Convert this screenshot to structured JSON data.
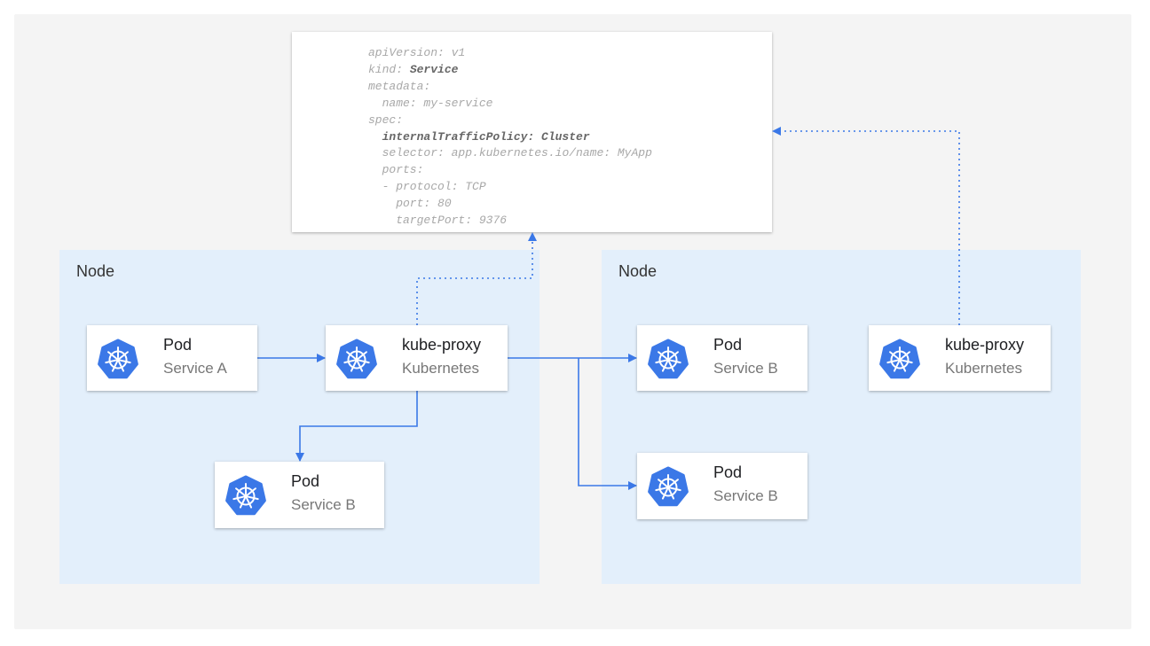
{
  "yaml": {
    "lines": [
      {
        "key": "apiVersion:",
        "value": " v1"
      },
      {
        "key": "kind:",
        "value": " Service",
        "bold_value": true
      },
      {
        "key": "metadata:",
        "value": ""
      },
      {
        "key": "  name:",
        "value": " my-service"
      },
      {
        "key": "spec:",
        "value": ""
      },
      {
        "key": "  internalTrafficPolicy: Cluster",
        "value": "",
        "bold_key": true
      },
      {
        "key": "  selector:",
        "value": " app.kubernetes.io/name: MyApp"
      },
      {
        "key": "  ports:",
        "value": ""
      },
      {
        "key": "  - protocol:",
        "value": " TCP"
      },
      {
        "key": "    port:",
        "value": " 80"
      },
      {
        "key": "    targetPort:",
        "value": " 9376"
      }
    ]
  },
  "nodes": [
    {
      "label": "Node"
    },
    {
      "label": "Node"
    }
  ],
  "cards": {
    "pod_service_a": {
      "title": "Pod",
      "subtitle": "Service A",
      "icon": "kubernetes-icon"
    },
    "kube_proxy_left": {
      "title": "kube-proxy",
      "subtitle": "Kubernetes",
      "icon": "kubernetes-icon"
    },
    "pod_service_b_left": {
      "title": "Pod",
      "subtitle": "Service B",
      "icon": "kubernetes-icon"
    },
    "pod_service_b_right_1": {
      "title": "Pod",
      "subtitle": "Service B",
      "icon": "kubernetes-icon"
    },
    "kube_proxy_right": {
      "title": "kube-proxy",
      "subtitle": "Kubernetes",
      "icon": "kubernetes-icon"
    },
    "pod_service_b_right_2": {
      "title": "Pod",
      "subtitle": "Service B",
      "icon": "kubernetes-icon"
    }
  },
  "colors": {
    "accent": "#3b78e7",
    "node_bg": "#e3effb",
    "panel_bg": "#f4f4f4"
  }
}
